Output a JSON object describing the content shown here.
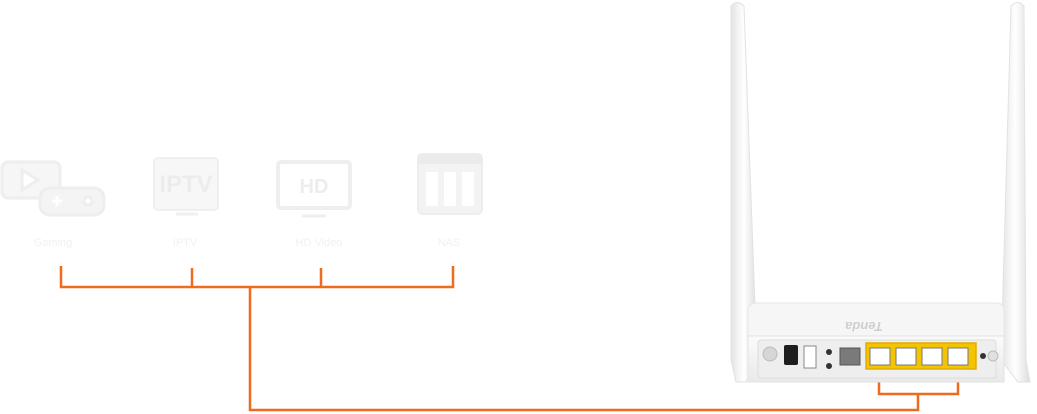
{
  "diagram": {
    "services": [
      {
        "id": "gaming",
        "label": "Gaming"
      },
      {
        "id": "iptv",
        "label": "IPTV",
        "icon_text": "IPTV"
      },
      {
        "id": "hd-video",
        "label": "HD Video",
        "icon_text": "HD"
      },
      {
        "id": "nas",
        "label": "NAS"
      }
    ],
    "router": {
      "brand": "Tenda"
    },
    "colors": {
      "connector": "#ee6c1e",
      "port_highlight": "#f5c400",
      "icon": "#f2f2f2",
      "router_body": "#f4f4f4"
    }
  }
}
